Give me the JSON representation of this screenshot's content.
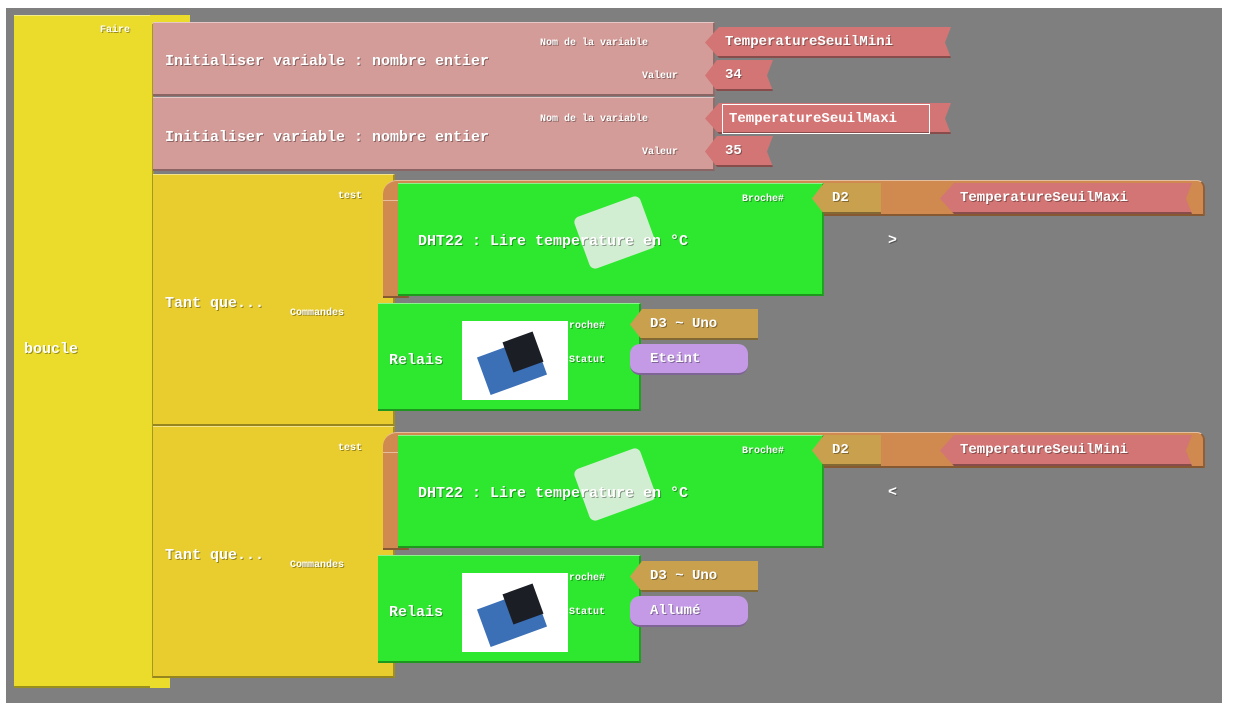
{
  "loop": {
    "label": "boucle",
    "do_label": "Faire"
  },
  "init_blocks": [
    {
      "title": "Initialiser variable : nombre entier",
      "name_label": "Nom de la variable",
      "value_label": "Valeur",
      "variable": "TemperatureSeuilMini",
      "value": "34",
      "selected": false
    },
    {
      "title": "Initialiser variable : nombre entier",
      "name_label": "Nom de la variable",
      "value_label": "Valeur",
      "variable": "TemperatureSeuilMaxi",
      "value": "35",
      "selected": true
    }
  ],
  "while_blocks": [
    {
      "title": "Tant que...",
      "test_label": "test",
      "commands_label": "Commandes",
      "sensor": {
        "title": "DHT22 : Lire temperature en °C",
        "pin_label": "Broche#",
        "pin": "D2"
      },
      "operator": ">",
      "compare_variable": "TemperatureSeuilMaxi",
      "relay": {
        "title": "Relais",
        "pin_label": "roche#",
        "pin": "D3 ~ Uno",
        "status_label": "Statut",
        "status": "Eteint"
      }
    },
    {
      "title": "Tant que...",
      "test_label": "test",
      "commands_label": "Commandes",
      "sensor": {
        "title": "DHT22 : Lire temperature en °C",
        "pin_label": "Broche#",
        "pin": "D2"
      },
      "operator": "<",
      "compare_variable": "TemperatureSeuilMini",
      "relay": {
        "title": "Relais",
        "pin_label": "roche#",
        "pin": "D3 ~ Uno",
        "status_label": "Statut",
        "status": "Allumé"
      }
    }
  ],
  "colors": {
    "loop": "#ebdc2c",
    "while": "#e9cd2e",
    "variable_init": "#d49c98",
    "sensor": "#2ee830",
    "compare": "#d0894f",
    "pin": "#c8a04e",
    "state": "#c49ae6",
    "canvas": "#7f7f7f"
  }
}
